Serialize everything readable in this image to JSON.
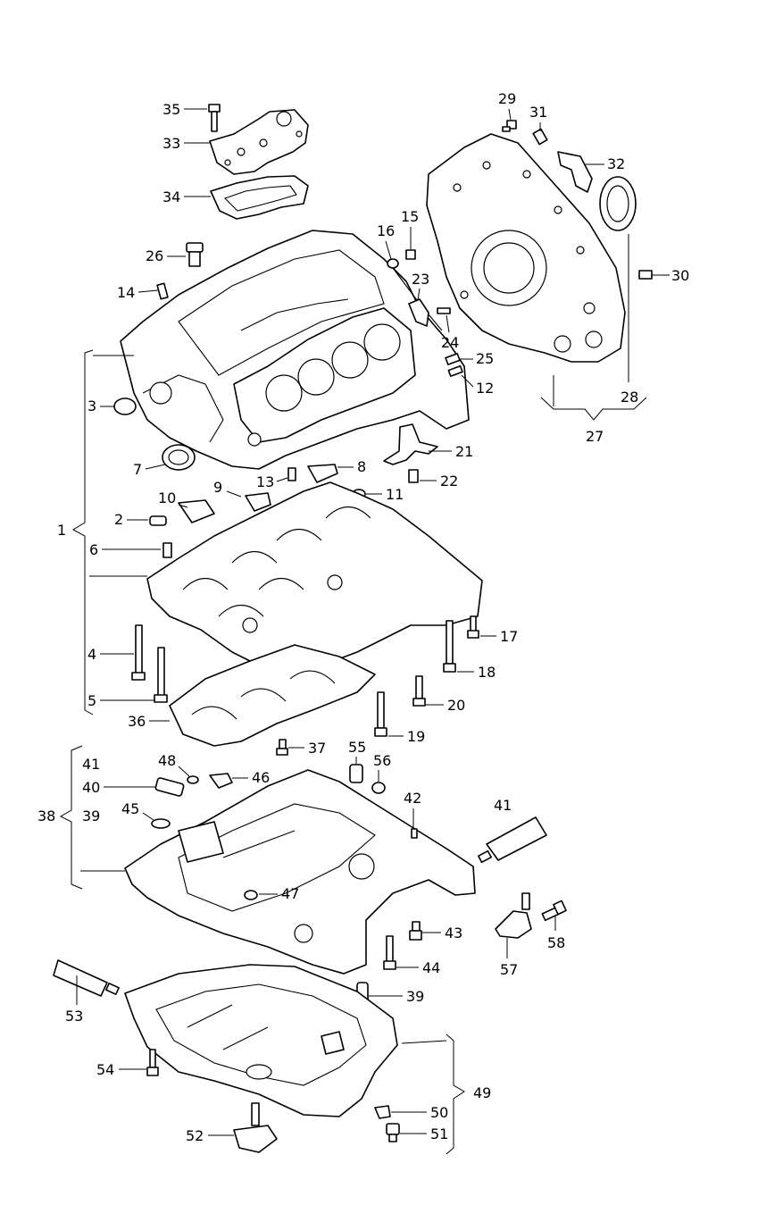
{
  "diagram": {
    "callouts": [
      {
        "id": "35",
        "label": "35"
      },
      {
        "id": "33",
        "label": "33"
      },
      {
        "id": "34",
        "label": "34"
      },
      {
        "id": "26",
        "label": "26"
      },
      {
        "id": "14",
        "label": "14"
      },
      {
        "id": "3",
        "label": "3"
      },
      {
        "id": "7",
        "label": "7"
      },
      {
        "id": "16",
        "label": "16"
      },
      {
        "id": "15",
        "label": "15"
      },
      {
        "id": "23",
        "label": "23"
      },
      {
        "id": "24",
        "label": "24"
      },
      {
        "id": "25",
        "label": "25"
      },
      {
        "id": "12",
        "label": "12"
      },
      {
        "id": "29",
        "label": "29"
      },
      {
        "id": "31",
        "label": "31"
      },
      {
        "id": "32",
        "label": "32"
      },
      {
        "id": "30",
        "label": "30"
      },
      {
        "id": "28",
        "label": "28"
      },
      {
        "id": "27",
        "label": "27"
      },
      {
        "id": "21",
        "label": "21"
      },
      {
        "id": "22",
        "label": "22"
      },
      {
        "id": "8",
        "label": "8"
      },
      {
        "id": "13",
        "label": "13"
      },
      {
        "id": "11",
        "label": "11"
      },
      {
        "id": "9",
        "label": "9"
      },
      {
        "id": "10",
        "label": "10"
      },
      {
        "id": "2",
        "label": "2"
      },
      {
        "id": "6",
        "label": "6"
      },
      {
        "id": "1",
        "label": "1"
      },
      {
        "id": "4",
        "label": "4"
      },
      {
        "id": "5",
        "label": "5"
      },
      {
        "id": "17",
        "label": "17"
      },
      {
        "id": "18",
        "label": "18"
      },
      {
        "id": "20",
        "label": "20"
      },
      {
        "id": "19",
        "label": "19"
      },
      {
        "id": "36",
        "label": "36"
      },
      {
        "id": "37",
        "label": "37"
      },
      {
        "id": "55",
        "label": "55"
      },
      {
        "id": "56",
        "label": "56"
      },
      {
        "id": "48",
        "label": "48"
      },
      {
        "id": "46",
        "label": "46"
      },
      {
        "id": "41a",
        "label": "41"
      },
      {
        "id": "40",
        "label": "40"
      },
      {
        "id": "38",
        "label": "38"
      },
      {
        "id": "39a",
        "label": "39"
      },
      {
        "id": "45",
        "label": "45"
      },
      {
        "id": "42",
        "label": "42"
      },
      {
        "id": "41b",
        "label": "41"
      },
      {
        "id": "47",
        "label": "47"
      },
      {
        "id": "43",
        "label": "43"
      },
      {
        "id": "44",
        "label": "44"
      },
      {
        "id": "39b",
        "label": "39"
      },
      {
        "id": "58",
        "label": "58"
      },
      {
        "id": "57",
        "label": "57"
      },
      {
        "id": "53",
        "label": "53"
      },
      {
        "id": "54",
        "label": "54"
      },
      {
        "id": "49",
        "label": "49"
      },
      {
        "id": "50",
        "label": "50"
      },
      {
        "id": "51",
        "label": "51"
      },
      {
        "id": "52",
        "label": "52"
      }
    ]
  }
}
